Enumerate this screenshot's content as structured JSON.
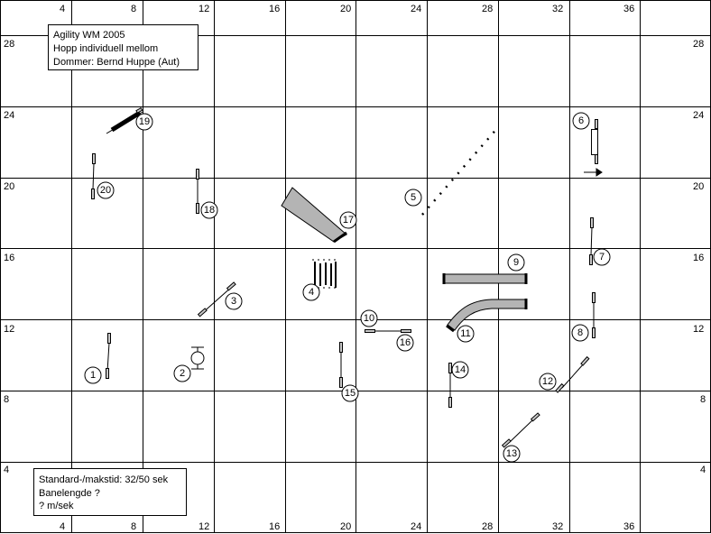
{
  "info_top": {
    "line1": "Agility WM 2005",
    "line2": "Hopp individuell mellom",
    "line3": "Dommer: Bernd Huppe (Aut)"
  },
  "info_bottom": {
    "line1": "Standard-/makstid: 32/50 sek",
    "line2": "Banelengde ?",
    "line3": "? m/sek"
  },
  "grid": {
    "x_ticks": [
      "4",
      "8",
      "12",
      "16",
      "20",
      "24",
      "28",
      "32",
      "36"
    ],
    "y_ticks": [
      "28",
      "24",
      "20",
      "16",
      "12",
      "8",
      "4"
    ]
  },
  "obstacles": [
    {
      "number": "1",
      "kind": "hurdle"
    },
    {
      "number": "2",
      "kind": "tire"
    },
    {
      "number": "3",
      "kind": "hurdle"
    },
    {
      "number": "4",
      "kind": "weave-poles"
    },
    {
      "number": "5",
      "kind": "wall-line"
    },
    {
      "number": "6",
      "kind": "long-jump"
    },
    {
      "number": "7",
      "kind": "hurdle"
    },
    {
      "number": "8",
      "kind": "hurdle"
    },
    {
      "number": "9",
      "kind": "tunnel"
    },
    {
      "number": "10",
      "kind": "hurdle"
    },
    {
      "number": "11",
      "kind": "curved-tunnel"
    },
    {
      "number": "12",
      "kind": "hurdle"
    },
    {
      "number": "13",
      "kind": "hurdle"
    },
    {
      "number": "14",
      "kind": "hurdle"
    },
    {
      "number": "15",
      "kind": "hurdle"
    },
    {
      "number": "16",
      "kind": "hurdle"
    },
    {
      "number": "17",
      "kind": "chute"
    },
    {
      "number": "18",
      "kind": "hurdle"
    },
    {
      "number": "19",
      "kind": "spread-jump"
    },
    {
      "number": "20",
      "kind": "hurdle"
    }
  ],
  "colors": {
    "grid": "#000000",
    "tunnel_fill": "#b4b4b4",
    "bar_fill": "#c8c8c8"
  }
}
